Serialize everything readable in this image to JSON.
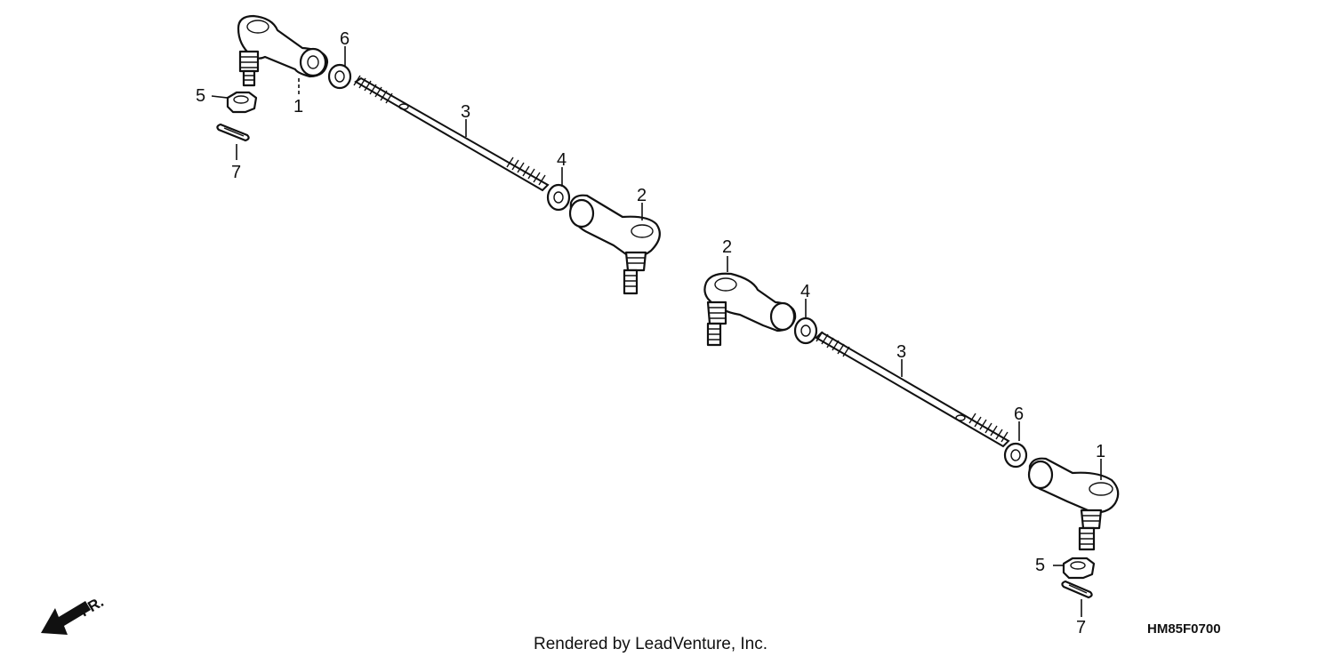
{
  "diagram": {
    "drawing_code": "HM85F0700",
    "credit": "Rendered by LeadVenture, Inc.",
    "front_arrow_label": "FR.",
    "callouts": {
      "left": {
        "tie_rod_end_a": "1",
        "lock_washer": "6",
        "rod": "3",
        "jam_nut": "4",
        "tie_rod_end_b": "2",
        "castle_nut": "5",
        "cotter_pin": "7"
      },
      "right": {
        "tie_rod_end_b": "2",
        "jam_nut": "4",
        "rod": "3",
        "lock_washer": "6",
        "tie_rod_end_a": "1",
        "castle_nut": "5",
        "cotter_pin": "7"
      }
    }
  }
}
